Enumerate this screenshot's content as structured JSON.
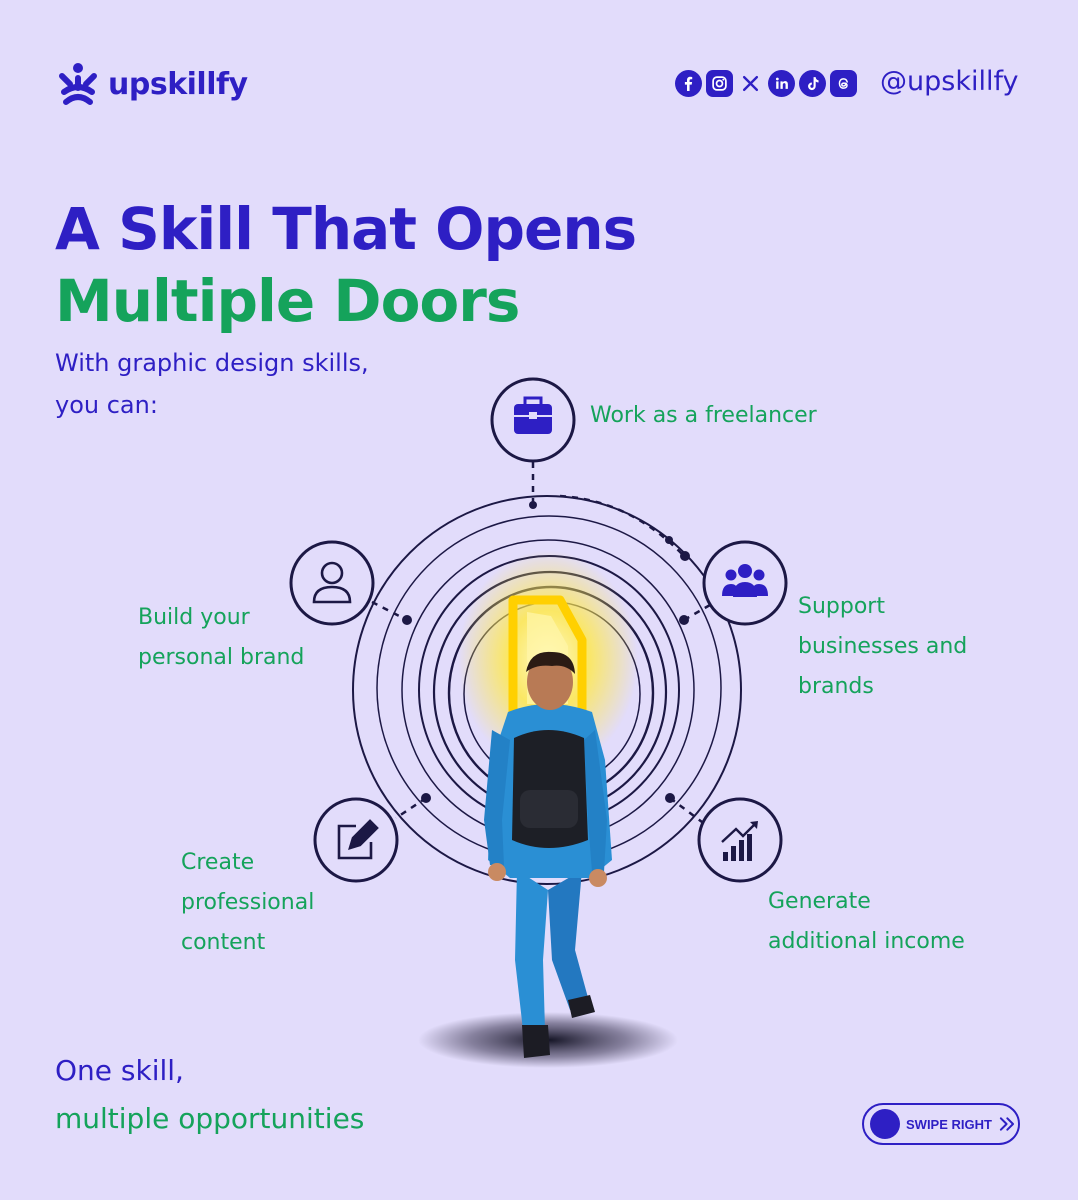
{
  "brand": {
    "name": "upskillfy"
  },
  "social": {
    "icons": [
      "facebook-icon",
      "instagram-icon",
      "x-icon",
      "linkedin-icon",
      "tiktok-icon",
      "threads-icon"
    ],
    "handle": "@upskillfy"
  },
  "headline": {
    "line1": "A Skill That Opens",
    "line2": "Multiple Doors"
  },
  "intro": {
    "line1": "With graphic design skills,",
    "line2": "you can:"
  },
  "features": {
    "freelancer": {
      "icon": "briefcase-icon",
      "lines": [
        "Work as a freelancer"
      ]
    },
    "brand": {
      "icon": "user-icon",
      "lines": [
        "Build your",
        "personal brand"
      ]
    },
    "support": {
      "icon": "team-icon",
      "lines": [
        "Support",
        "businesses and",
        "brands"
      ]
    },
    "content": {
      "icon": "edit-icon",
      "lines": [
        "Create",
        "professional",
        "content"
      ]
    },
    "income": {
      "icon": "growth-chart-icon",
      "lines": [
        "Generate",
        "additional income"
      ]
    }
  },
  "tagline": {
    "line1": "One skill,",
    "line2": "multiple opportunities"
  },
  "swipe": {
    "label": "SWIPE RIGHT"
  },
  "colors": {
    "background": "#e2dcfb",
    "navy": "#2e1fc4",
    "green": "#15a35b",
    "ring": "#1c1845",
    "door_glow": "#ffe94a"
  }
}
